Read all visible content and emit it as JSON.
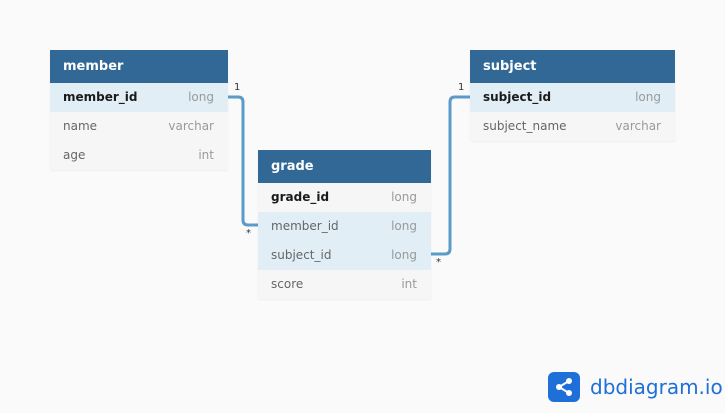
{
  "tables": {
    "member": {
      "name": "member",
      "fields": [
        {
          "name": "member_id",
          "type": "long"
        },
        {
          "name": "name",
          "type": "varchar"
        },
        {
          "name": "age",
          "type": "int"
        }
      ]
    },
    "subject": {
      "name": "subject",
      "fields": [
        {
          "name": "subject_id",
          "type": "long"
        },
        {
          "name": "subject_name",
          "type": "varchar"
        }
      ]
    },
    "grade": {
      "name": "grade",
      "fields": [
        {
          "name": "grade_id",
          "type": "long"
        },
        {
          "name": "member_id",
          "type": "long"
        },
        {
          "name": "subject_id",
          "type": "long"
        },
        {
          "name": "score",
          "type": "int"
        }
      ]
    }
  },
  "relationships": {
    "member_grade": {
      "one": "1",
      "many": "*"
    },
    "subject_grade": {
      "one": "1",
      "many": "*"
    }
  },
  "brand": {
    "text": "dbdiagram.io",
    "icon": "share-network-icon",
    "color": "#1e6fd8"
  },
  "colors": {
    "header": "#316896",
    "link": "#5b9ac9",
    "row_highlight": "#e1eef6"
  }
}
